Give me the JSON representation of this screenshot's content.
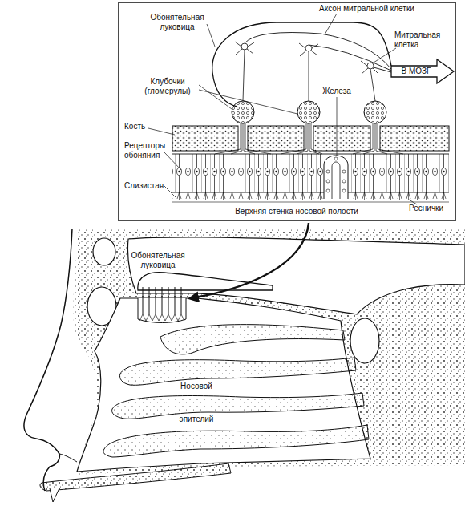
{
  "diagram": {
    "labels": [
      "Обонятельная луковица",
      "Аксон митральной клетки",
      "Митральная клетка",
      "В МОЗГ",
      "Клубочки (гломерулы)",
      "Железа",
      "Кость",
      "Рецепторы обоняния",
      "Слизистая",
      "Реснички",
      "Верхняя стенка носовой полости",
      "Обонятельная луковица",
      "Носовой",
      "эпителий"
    ]
  }
}
